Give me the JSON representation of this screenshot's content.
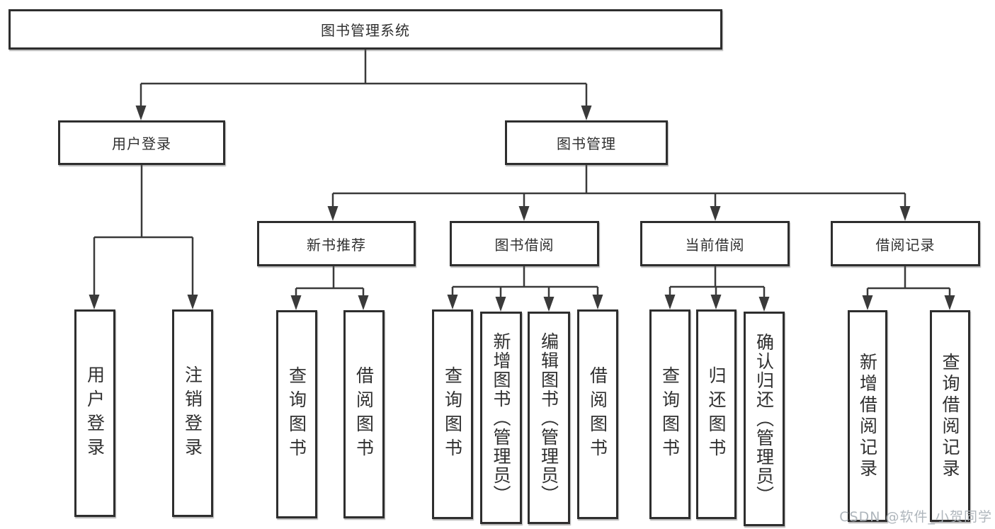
{
  "diagram": {
    "root": {
      "label": "图书管理系统"
    },
    "user_login": {
      "label": "用户登录",
      "children": [
        {
          "label": "用户登录"
        },
        {
          "label": "注销登录"
        }
      ]
    },
    "book_management": {
      "label": "图书管理",
      "sections": [
        {
          "label": "新书推荐",
          "children": [
            {
              "label": "查询图书"
            },
            {
              "label": "借阅图书"
            }
          ]
        },
        {
          "label": "图书借阅",
          "children": [
            {
              "label": "查询图书"
            },
            {
              "label": "新增图书（管理员）"
            },
            {
              "label": "编辑图书（管理员）"
            },
            {
              "label": "借阅图书"
            }
          ]
        },
        {
          "label": "当前借阅",
          "children": [
            {
              "label": "查询图书"
            },
            {
              "label": "归还图书"
            },
            {
              "label": "确认归还（管理员）"
            }
          ]
        },
        {
          "label": "借阅记录",
          "children": [
            {
              "label": "新增借阅记录"
            },
            {
              "label": "查询借阅记录"
            }
          ]
        }
      ]
    }
  },
  "watermark": "CSDN @软件_小贺同学",
  "colors": {
    "background": "#ffffff",
    "node_border": "#2e2e2e",
    "connector_line": "#3a3a3a",
    "node_text": "#303030",
    "watermark_text": "#abb2b8"
  }
}
